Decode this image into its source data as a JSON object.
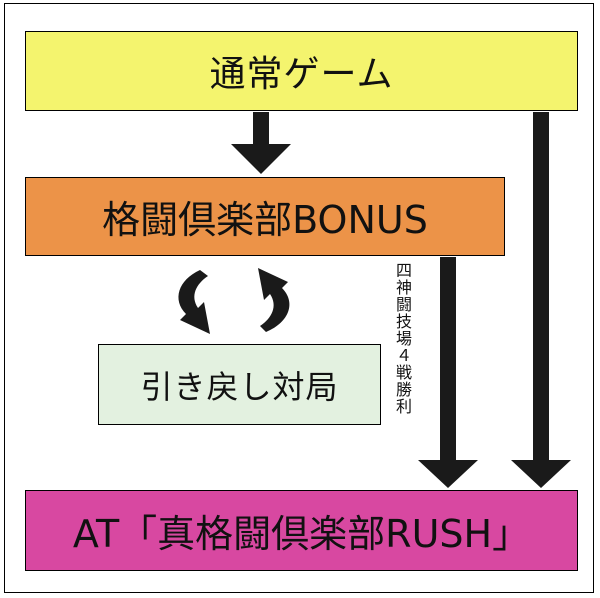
{
  "nodes": {
    "normal_game": "通常ゲーム",
    "bonus": "格闘倶楽部BONUS",
    "rewind_battle": "引き戻し対局",
    "at_rush": "AT「真格闘倶楽部RUSH」"
  },
  "edge_labels": {
    "bonus_to_rush": "四神闘技場４戦勝利"
  },
  "colors": {
    "normal_game_fill": "#f4f46e",
    "bonus_fill": "#ec9348",
    "rewind_fill": "#e3f1e0",
    "rush_fill": "#d848a1",
    "arrow": "#1a1a1a",
    "border": "#000000"
  }
}
